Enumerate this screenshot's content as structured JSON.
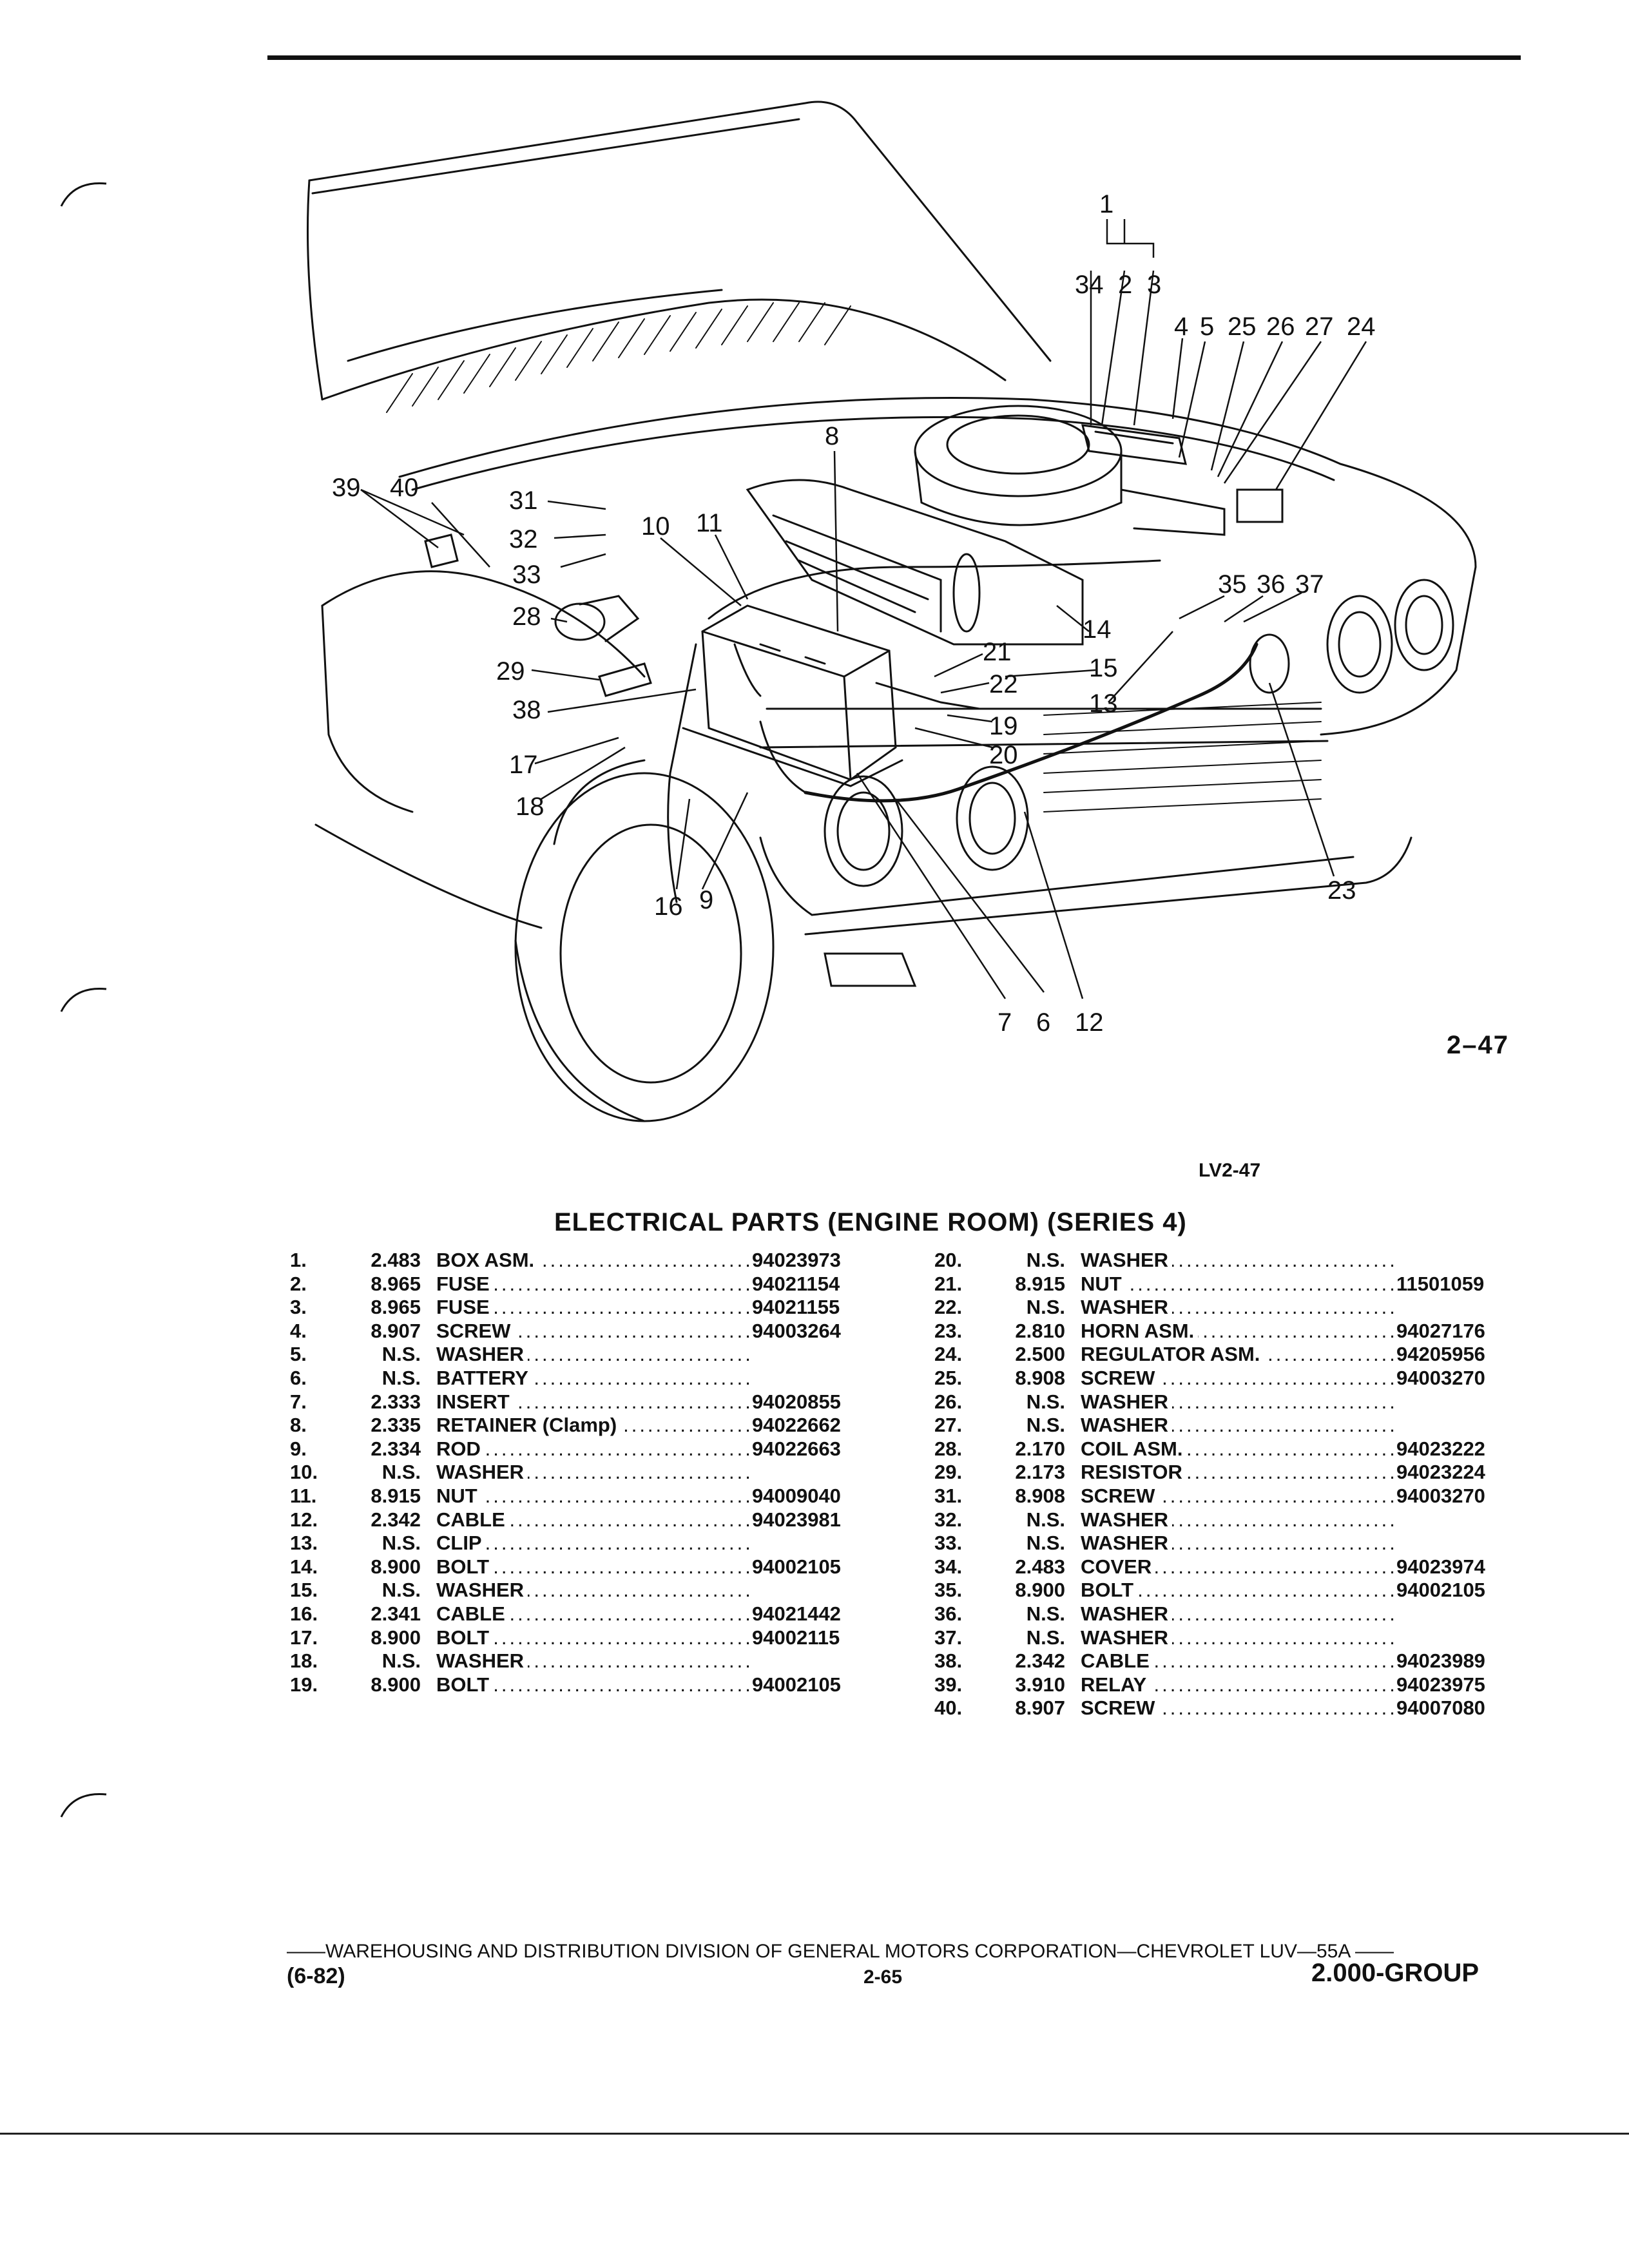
{
  "figure": {
    "number": "2–47",
    "code": "LV2-47",
    "callouts": [
      "1",
      "34",
      "2",
      "3",
      "4",
      "5",
      "25",
      "26",
      "27",
      "24",
      "8",
      "31",
      "32",
      "33",
      "28",
      "29",
      "38",
      "17",
      "18",
      "16",
      "9",
      "10",
      "11",
      "21",
      "22",
      "15",
      "19",
      "20",
      "14",
      "13",
      "35",
      "36",
      "37",
      "23",
      "7",
      "6",
      "12",
      "39",
      "40"
    ]
  },
  "title": "ELECTRICAL PARTS (ENGINE ROOM) (SERIES 4)",
  "parts_left": [
    {
      "num": "1.",
      "group": "2.483",
      "desc": "BOX ASM.",
      "part": "94023973"
    },
    {
      "num": "2.",
      "group": "8.965",
      "desc": "FUSE",
      "part": "94021154"
    },
    {
      "num": "3.",
      "group": "8.965",
      "desc": "FUSE",
      "part": "94021155"
    },
    {
      "num": "4.",
      "group": "8.907",
      "desc": "SCREW",
      "part": "94003264"
    },
    {
      "num": "5.",
      "group": "N.S.",
      "desc": "WASHER",
      "part": ""
    },
    {
      "num": "6.",
      "group": "N.S.",
      "desc": "BATTERY",
      "part": ""
    },
    {
      "num": "7.",
      "group": "2.333",
      "desc": "INSERT",
      "part": "94020855"
    },
    {
      "num": "8.",
      "group": "2.335",
      "desc": "RETAINER (Clamp)",
      "part": "94022662"
    },
    {
      "num": "9.",
      "group": "2.334",
      "desc": "ROD",
      "part": "94022663"
    },
    {
      "num": "10.",
      "group": "N.S.",
      "desc": "WASHER",
      "part": ""
    },
    {
      "num": "11.",
      "group": "8.915",
      "desc": "NUT",
      "part": "94009040"
    },
    {
      "num": "12.",
      "group": "2.342",
      "desc": "CABLE",
      "part": "94023981"
    },
    {
      "num": "13.",
      "group": "N.S.",
      "desc": "CLIP",
      "part": ""
    },
    {
      "num": "14.",
      "group": "8.900",
      "desc": "BOLT",
      "part": "94002105"
    },
    {
      "num": "15.",
      "group": "N.S.",
      "desc": "WASHER",
      "part": ""
    },
    {
      "num": "16.",
      "group": "2.341",
      "desc": "CABLE",
      "part": "94021442"
    },
    {
      "num": "17.",
      "group": "8.900",
      "desc": "BOLT",
      "part": "94002115"
    },
    {
      "num": "18.",
      "group": "N.S.",
      "desc": "WASHER",
      "part": ""
    },
    {
      "num": "19.",
      "group": "8.900",
      "desc": "BOLT",
      "part": "94002105"
    }
  ],
  "parts_right": [
    {
      "num": "20.",
      "group": "N.S.",
      "desc": "WASHER",
      "part": ""
    },
    {
      "num": "21.",
      "group": "8.915",
      "desc": "NUT",
      "part": "11501059"
    },
    {
      "num": "22.",
      "group": "N.S.",
      "desc": "WASHER",
      "part": ""
    },
    {
      "num": "23.",
      "group": "2.810",
      "desc": "HORN ASM.",
      "part": "94027176"
    },
    {
      "num": "24.",
      "group": "2.500",
      "desc": "REGULATOR ASM.",
      "part": "94205956"
    },
    {
      "num": "25.",
      "group": "8.908",
      "desc": "SCREW",
      "part": "94003270"
    },
    {
      "num": "26.",
      "group": "N.S.",
      "desc": "WASHER",
      "part": ""
    },
    {
      "num": "27.",
      "group": "N.S.",
      "desc": "WASHER",
      "part": ""
    },
    {
      "num": "28.",
      "group": "2.170",
      "desc": "COIL ASM.",
      "part": "94023222"
    },
    {
      "num": "29.",
      "group": "2.173",
      "desc": "RESISTOR",
      "part": "94023224"
    },
    {
      "num": "31.",
      "group": "8.908",
      "desc": "SCREW",
      "part": "94003270"
    },
    {
      "num": "32.",
      "group": "N.S.",
      "desc": "WASHER",
      "part": ""
    },
    {
      "num": "33.",
      "group": "N.S.",
      "desc": "WASHER",
      "part": ""
    },
    {
      "num": "34.",
      "group": "2.483",
      "desc": "COVER",
      "part": "94023974"
    },
    {
      "num": "35.",
      "group": "8.900",
      "desc": "BOLT",
      "part": "94002105"
    },
    {
      "num": "36.",
      "group": "N.S.",
      "desc": "WASHER",
      "part": ""
    },
    {
      "num": "37.",
      "group": "N.S.",
      "desc": "WASHER",
      "part": ""
    },
    {
      "num": "38.",
      "group": "2.342",
      "desc": "CABLE",
      "part": "94023989"
    },
    {
      "num": "39.",
      "group": "3.910",
      "desc": "RELAY",
      "part": "94023975"
    },
    {
      "num": "40.",
      "group": "8.907",
      "desc": "SCREW",
      "part": "94007080"
    }
  ],
  "footer": {
    "line": "——WAREHOUSING AND DISTRIBUTION  DIVISION OF GENERAL MOTORS CORPORATION—CHEVROLET LUV—55A  ——",
    "date": "(6-82)",
    "page": "2-65",
    "group": "2.000-GROUP"
  }
}
